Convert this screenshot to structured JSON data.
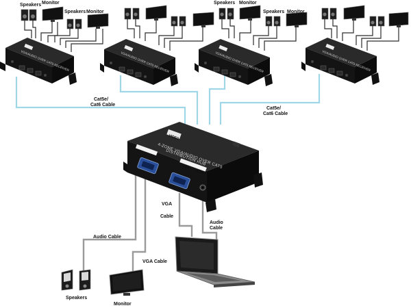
{
  "labels": {
    "speakers": "Speakers",
    "monitor": "Monitor",
    "cat_cable_left": [
      "Cat5e/",
      "Cat6 Cable"
    ],
    "cat_cable_right": [
      "Cat5e/",
      "Cat6 Cable"
    ],
    "audio_cable": "Audio Cable",
    "vga_cable": "VGA Cable",
    "vga_cable_laptop": [
      "VGA",
      "Cable"
    ],
    "audio_cable_laptop": [
      "Audio",
      "Cable"
    ]
  },
  "hub": {
    "brand": "VIDEO",
    "title_line1": "4-ZONE VGA/AUDIO OVER CAT5",
    "title_line2": "DISTRIBUTION HUB",
    "port_vga": "VGA",
    "port_audio": "AUDIO"
  },
  "receiver": {
    "brand": "VIDEO",
    "title": "VGA/AUDIO OVER CAT5 RECEIVER"
  },
  "colors": {
    "cat_cable": "#9fd6e8",
    "device_body": "#151515",
    "device_top": "#262626",
    "vga_blue": "#2a4f9a"
  }
}
